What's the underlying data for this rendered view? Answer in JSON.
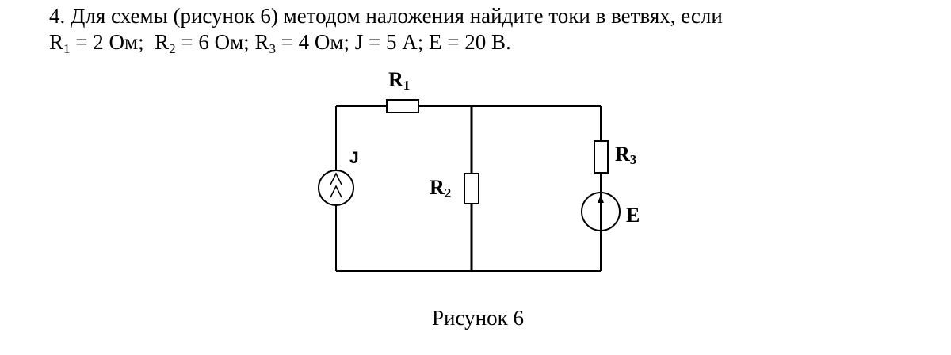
{
  "problem": {
    "line1": "4. Для схемы (рисунок 6) методом наложения найдите токи в ветвях, если",
    "params": [
      {
        "sym": "R",
        "sub": "1",
        "rest": " = 2 Ом;  "
      },
      {
        "sym": "R",
        "sub": "2",
        "rest": " = 6 Ом; "
      },
      {
        "sym": "R",
        "sub": "3",
        "rest": " = 4 Ом; "
      },
      {
        "sym": "J = 5 А; E = 20 В.",
        "sub": "",
        "rest": ""
      }
    ]
  },
  "circuit": {
    "labels": {
      "r1": {
        "main": "R",
        "sub": "1"
      },
      "r2": {
        "main": "R",
        "sub": "2"
      },
      "r3": {
        "main": "R",
        "sub": "3"
      },
      "j": "J",
      "e": "E"
    },
    "color": "#000000"
  },
  "caption": "Рисунок 6"
}
